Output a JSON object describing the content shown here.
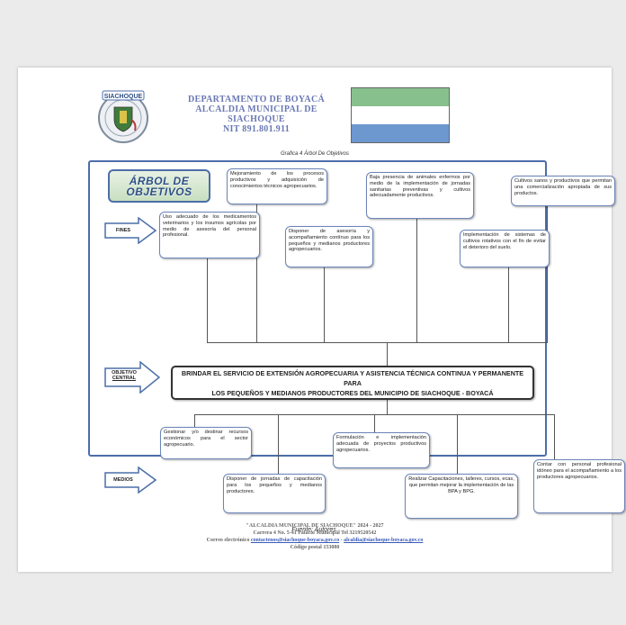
{
  "header": {
    "crest_text": "SIACHOQUE",
    "line1": "DEPARTAMENTO DE BOYACÁ",
    "line2": "ALCALDIA MUNICIPAL DE",
    "line3": "SIACHOQUE",
    "line4": "NIT 891.801.911"
  },
  "flag_colors": [
    "#87c08d",
    "#ffffff",
    "#6d97cf"
  ],
  "caption": "Grafica 4 Árbol De Objetivos",
  "diagram": {
    "title_line1": "ÁRBOL DE",
    "title_line2": "OBJETIVOS",
    "labels": {
      "fines": "FINES",
      "central_1": "OBJETIVO",
      "central_2": "CENTRAL",
      "medios": "MEDIOS"
    },
    "fines": [
      "Mejoramiento de los procesos productivos y adquisición de conocimientos técnicos agropecuarios.",
      "Baja presencia de animales enfermos por medio de la implementación de jornadas sanitarias preventivas y cultivos adecuadamente productivos.",
      "Cultivos sanos y productivos que permitan una comercialización apropiada de sus productos.",
      "Uso adecuado de los medicamentos veterinarios y los insumos agrícolas por medio de asesoría del personal profesional.",
      "Disponer de asesoría y acompañamiento contínuo para los pequeños y medianos productores agropecuarios.",
      "Implementación de sistemas de cultivos rotativos con el fin de evitar el deterioro del suelo."
    ],
    "central_line1": "BRINDAR EL SERVICIO DE EXTENSIÓN AGROPECUARIA Y ASISTENCIA TÉCNICA CONTINUA Y PERMANENTE PARA",
    "central_line2": "LOS PEQUEÑOS Y MEDIANOS PRODUCTORES DEL MUNICIPIO DE SIACHOQUE - BOYACÁ",
    "medios": [
      "Gestionar y/o destinar recursos económicos para el sector agropecuario.",
      "Formulación e implementación adecuada de proyectos productivos agropecuarios.",
      "Disponer de jornadas de capacitación para los pequeños y medianos productores.",
      "Realizar Capacitaciones, talleres, cursos, ecas, que permitan mejorar la implementación de las BPA y BPG.",
      "Contar con personal profesional idóneo para el acompañamiento a los productores agropecuarios."
    ]
  },
  "source": "Fuente: Autores.",
  "footer": {
    "line1": "\"ALCALDIA MUNICIPAL DE SIACHOQUE\" 2024 - 2027",
    "line2": "Carrera 4 No. 5-41 Palacio Municipal Tel 3219520542",
    "email_label": "Correo electrónico",
    "email1": "contactenos@siachoque-boyaca.gov.co",
    "sep": " - ",
    "email2": "alcaldia@siachoque-boyaca.gov.co",
    "line4": "Código postal 153080"
  }
}
